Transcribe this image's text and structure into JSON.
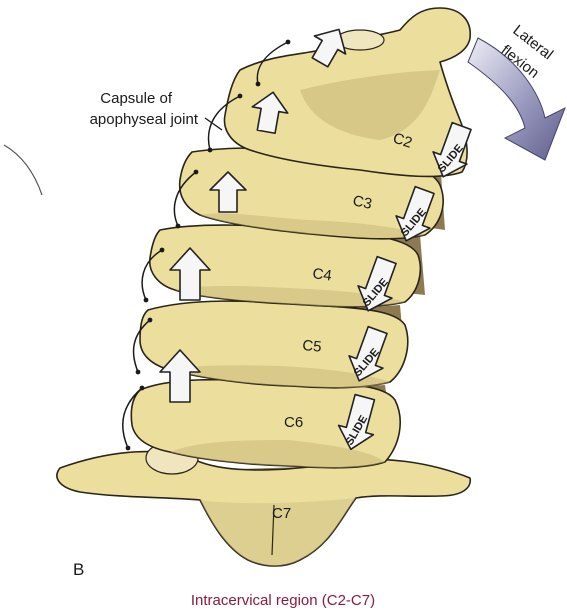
{
  "panel_letter": "B",
  "callout": {
    "line1": "Capsule of",
    "line2": "apophyseal joint"
  },
  "motion": {
    "line1": "Lateral",
    "line2": "flexion",
    "arrow_color": "#6f6f9c"
  },
  "vertebrae": [
    {
      "label": "C2",
      "slide": "SLIDE"
    },
    {
      "label": "C3",
      "slide": "SLIDE"
    },
    {
      "label": "C4",
      "slide": "SLIDE"
    },
    {
      "label": "C5",
      "slide": "SLIDE"
    },
    {
      "label": "C6",
      "slide": "SLIDE"
    },
    {
      "label": "C7"
    }
  ],
  "caption": "Intracervical region (C2-C7)",
  "colors": {
    "bone": "#ecdf9e",
    "caption": "#8b1a3c",
    "arrow_fill": "#f6f6f6"
  }
}
